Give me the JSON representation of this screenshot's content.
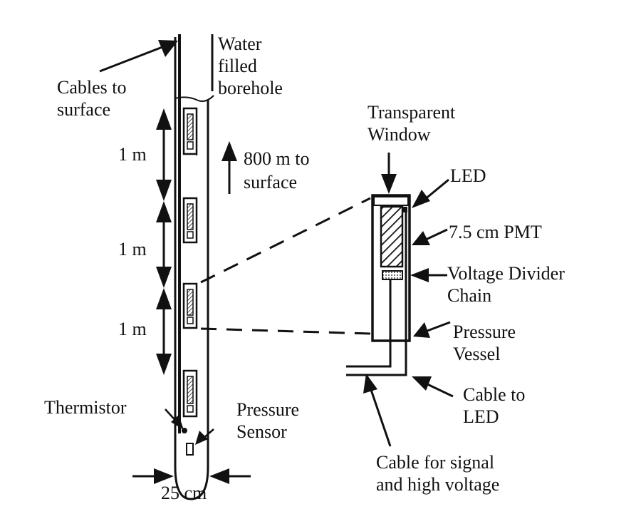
{
  "labels": {
    "cables_to_surface": [
      "Cables to",
      "surface"
    ],
    "water_borehole": [
      "Water",
      "filled",
      "borehole"
    ],
    "spacing_1m_top": "1 m",
    "spacing_1m_mid": "1 m",
    "spacing_1m_bot": "1 m",
    "to_surface": [
      "800 m to",
      "surface"
    ],
    "thermistor": "Thermistor",
    "pressure_sensor": [
      "Pressure",
      "Sensor"
    ],
    "width": "25 cm",
    "transparent_window": [
      "Transparent",
      "Window"
    ],
    "led": "LED",
    "pmt": "7.5 cm PMT",
    "divider": [
      "Voltage Divider",
      "Chain"
    ],
    "pressure_vessel": [
      "Pressure",
      "Vessel"
    ],
    "cable_led": [
      "Cable to",
      "LED"
    ],
    "cable_signal": [
      "Cable for signal",
      "and high voltage"
    ]
  },
  "colors": {
    "ink": "#111111",
    "background": "#ffffff"
  }
}
